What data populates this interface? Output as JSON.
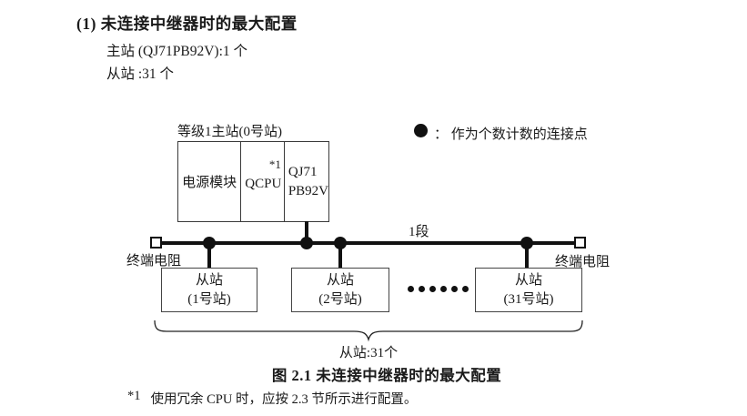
{
  "header": {
    "title": "(1) 未连接中继器时的最大配置",
    "line_master": "主站 (QJ71PB92V):1 个",
    "line_slave": "从站 :31 个"
  },
  "legend": {
    "label": "：  作为个数计数的连接点"
  },
  "diagram": {
    "master_station_label": "等级1主站(0号站)",
    "modules": {
      "power": "电源模块",
      "cpu": "QCPU",
      "cpu_footnote_ref": "*1",
      "pb_line1": "QJ71",
      "pb_line2": "PB92V"
    },
    "segment_label": "1段",
    "terminator_left": "终端电阻",
    "terminator_right": "终端电阻",
    "slaves": [
      {
        "line1": "从站",
        "line2": "(1号站)"
      },
      {
        "line1": "从站",
        "line2": "(2号站)"
      },
      {
        "line1": "从站",
        "line2": "(31号站)"
      }
    ],
    "brace_label": "从站:31个"
  },
  "caption": "图 2.1 未连接中继器时的最大配置",
  "footnote": {
    "marker": "*1",
    "text": "使用冗余 CPU 时，应按 2.3 节所示进行配置。"
  },
  "colors": {
    "ink": "#1a1a1a",
    "line": "#111111",
    "background": "#ffffff"
  }
}
